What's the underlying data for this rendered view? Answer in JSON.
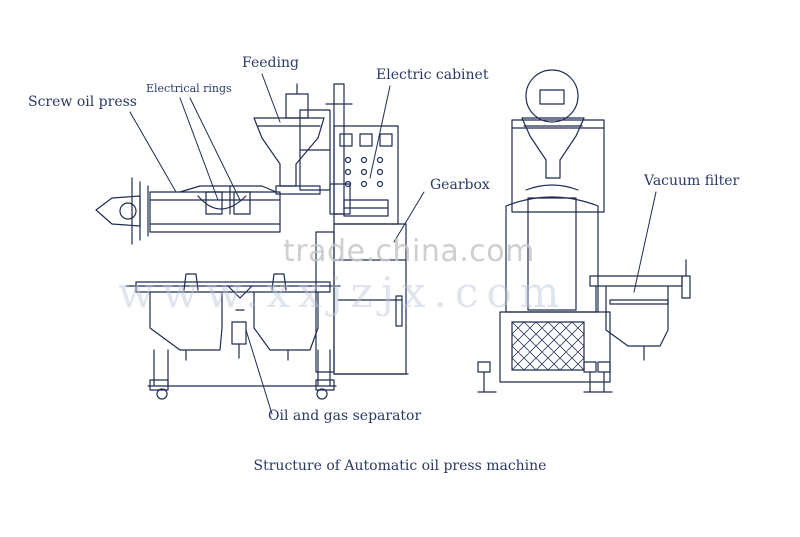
{
  "labels": {
    "feeding": "Feeding",
    "electric_cabinet": "Electric cabinet",
    "electrical_rings": "Electrical rings",
    "screw_oil_press": "Screw oil press",
    "gearbox": "Gearbox",
    "vacuum_filter": "Vacuum filter",
    "oil_gas_separator": "Oil and gas separator"
  },
  "caption": "Structure of Automatic oil press machine",
  "watermark": {
    "main": "trade.china.com",
    "url": "www.xxjzjx.com"
  },
  "colors": {
    "line": "#1f2c52",
    "label": "#2a3a66",
    "watermark": "#c7c7c7"
  }
}
